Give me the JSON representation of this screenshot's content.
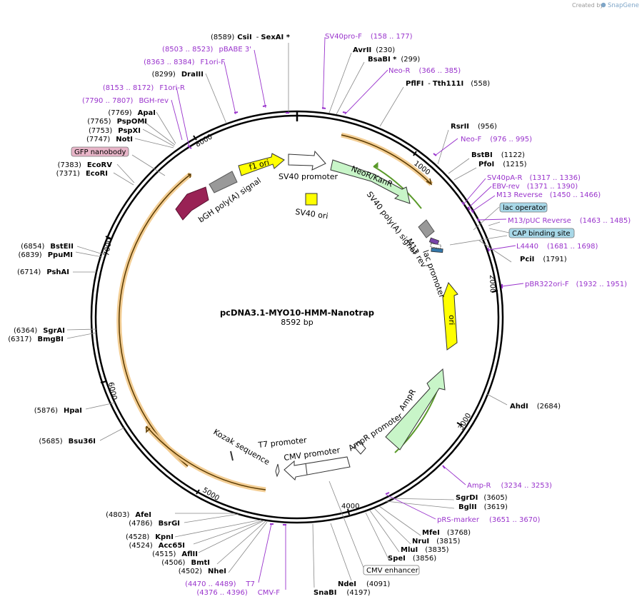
{
  "watermark": {
    "prefix": "Created by",
    "brand": "SnapGene"
  },
  "plasmid": {
    "name": "pcDNA3.1-MYO10-HMM-Nanotrap",
    "length_label": "8592 bp"
  },
  "ticks": [
    "1000",
    "2000",
    "3000",
    "4000",
    "5000",
    "6000",
    "7000",
    "8000"
  ],
  "enzymes": [
    {
      "name": "CsiI",
      "pos": "(8589)"
    },
    {
      "name": "SexAI *",
      "pos": ""
    },
    {
      "name": "AvrII",
      "pos": "(230)"
    },
    {
      "name": "BsaBI *",
      "pos": "(299)"
    },
    {
      "name": "PflFI",
      "pos": ""
    },
    {
      "name": "Tth111I",
      "pos": "(558)"
    },
    {
      "name": "RsrII",
      "pos": "(956)"
    },
    {
      "name": "BstBI",
      "pos": "(1122)"
    },
    {
      "name": "PfoI",
      "pos": "(1215)"
    },
    {
      "name": "PciI",
      "pos": "(1791)"
    },
    {
      "name": "AhdI",
      "pos": "(2684)"
    },
    {
      "name": "SgrDI",
      "pos": "(3605)"
    },
    {
      "name": "BglII",
      "pos": "(3619)"
    },
    {
      "name": "MfeI",
      "pos": "(3768)"
    },
    {
      "name": "NruI",
      "pos": "(3815)"
    },
    {
      "name": "MluI",
      "pos": "(3835)"
    },
    {
      "name": "SpeI",
      "pos": "(3856)"
    },
    {
      "name": "NdeI",
      "pos": "(4091)"
    },
    {
      "name": "SnaBI",
      "pos": "(4197)"
    },
    {
      "name": "NheI",
      "pos": "(4502)"
    },
    {
      "name": "BmtI",
      "pos": "(4506)"
    },
    {
      "name": "AflII",
      "pos": "(4515)"
    },
    {
      "name": "Acc65I",
      "pos": "(4524)"
    },
    {
      "name": "KpnI",
      "pos": "(4528)"
    },
    {
      "name": "BsrGI",
      "pos": "(4786)"
    },
    {
      "name": "AfeI",
      "pos": "(4803)"
    },
    {
      "name": "Bsu36I",
      "pos": "(5685)"
    },
    {
      "name": "HpaI",
      "pos": "(5876)"
    },
    {
      "name": "BmgBI",
      "pos": "(6317)"
    },
    {
      "name": "SgrAI",
      "pos": "(6364)"
    },
    {
      "name": "PshAI",
      "pos": "(6714)"
    },
    {
      "name": "PpuMI",
      "pos": "(6839)"
    },
    {
      "name": "BstEII",
      "pos": "(6854)"
    },
    {
      "name": "EcoRI",
      "pos": "(7371)"
    },
    {
      "name": "EcoRV",
      "pos": "(7383)"
    },
    {
      "name": "NotI",
      "pos": "(7747)"
    },
    {
      "name": "PspXI",
      "pos": "(7753)"
    },
    {
      "name": "PspOMI",
      "pos": "(7765)"
    },
    {
      "name": "ApaI",
      "pos": "(7769)"
    },
    {
      "name": "DraIII",
      "pos": "(8299)"
    }
  ],
  "primers": [
    {
      "name": "SV40pro-F",
      "range": "(158 .. 177)"
    },
    {
      "name": "Neo-R",
      "range": "(366 .. 385)"
    },
    {
      "name": "Neo-F",
      "range": "(976 .. 995)"
    },
    {
      "name": "SV40pA-R",
      "range": "(1317 .. 1336)"
    },
    {
      "name": "EBV-rev",
      "range": "(1371 .. 1390)"
    },
    {
      "name": "M13 Reverse",
      "range": "(1450 .. 1466)"
    },
    {
      "name": "M13/pUC Reverse",
      "range": "(1463 .. 1485)"
    },
    {
      "name": "L4440",
      "range": "(1681 .. 1698)"
    },
    {
      "name": "pBR322ori-F",
      "range": "(1932 .. 1951)"
    },
    {
      "name": "Amp-R",
      "range": "(3234 .. 3253)"
    },
    {
      "name": "pRS-marker",
      "range": "(3651 .. 3670)"
    },
    {
      "name": "T7",
      "range": "(4470 .. 4489)"
    },
    {
      "name": "CMV-F",
      "range": "(4376 .. 4396)"
    },
    {
      "name": "F1ori-R",
      "range": "(8153 .. 8172)"
    },
    {
      "name": "F1ori-F",
      "range": "(8363 .. 8384)"
    },
    {
      "name": "pBABE 3'",
      "range": "(8503 .. 8523)"
    },
    {
      "name": "BGH-rev",
      "range": "(7790 .. 7807)"
    }
  ],
  "boxed_features": [
    "GFP nanobody",
    "lac operator",
    "CAP binding site",
    "CMV enhancer"
  ],
  "feature_labels": {
    "f1_ori": "f1 ori",
    "sv40_promoter": "SV40 promoter",
    "neor": "NeoR/KanR",
    "sv40_pa": "SV40 poly(A) signal",
    "bgh": "bGH poly(A) signal",
    "sv40_ori": "SV40 ori",
    "m13_rev": "M13 rev",
    "lac_promoter": "lac promoter",
    "ori": "ori",
    "ampr": "AmpR",
    "ampr_promoter": "AmpR promoter",
    "cmv_promoter": "CMV promoter",
    "t7_promoter": "T7 promoter",
    "kozak": "Kozak sequence"
  },
  "colors": {
    "primer": "#9933cc",
    "orf_highlight": "#f2c98a",
    "orf_line": "#5a3a00",
    "neor_fill": "#c8f5c8",
    "ori_fill": "#ffff00",
    "polyA_fill": "#999999",
    "gfp_fill": "#992255",
    "boxed_pink": "#e8b5c8",
    "boxed_blue": "#a8d8e8",
    "green_line": "#5a9a2a"
  }
}
